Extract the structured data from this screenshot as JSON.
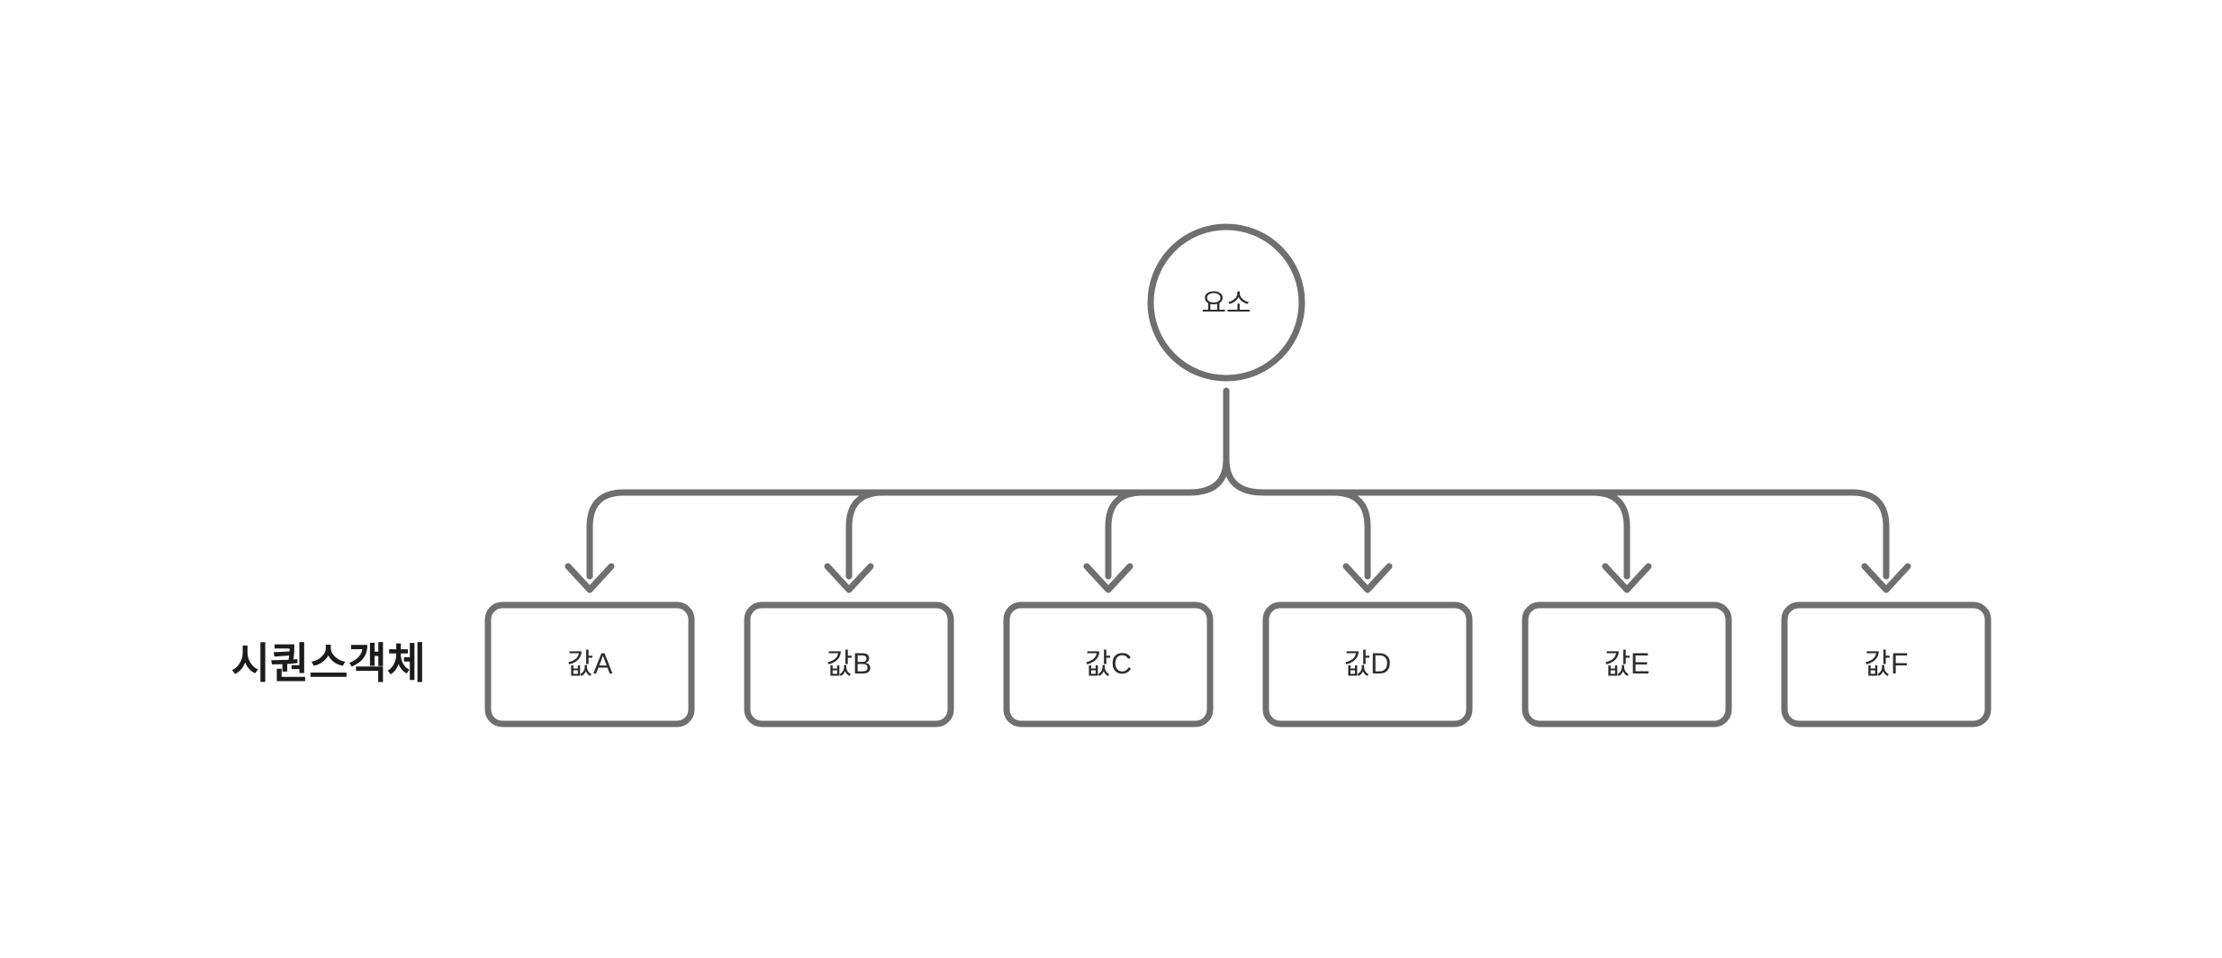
{
  "diagram": {
    "element_node": {
      "label": "요소"
    },
    "sequence_label": "시퀀스객체",
    "values": [
      {
        "label": "값A"
      },
      {
        "label": "값B"
      },
      {
        "label": "값C"
      },
      {
        "label": "값D"
      },
      {
        "label": "값E"
      },
      {
        "label": "값F"
      }
    ],
    "colors": {
      "line": "#6F6F6F",
      "node_text": "#2D2D2D",
      "sequence_label_text": "#1C1C1C",
      "node_fill": "#FFFFFF",
      "background": "#FFFFFF"
    }
  }
}
